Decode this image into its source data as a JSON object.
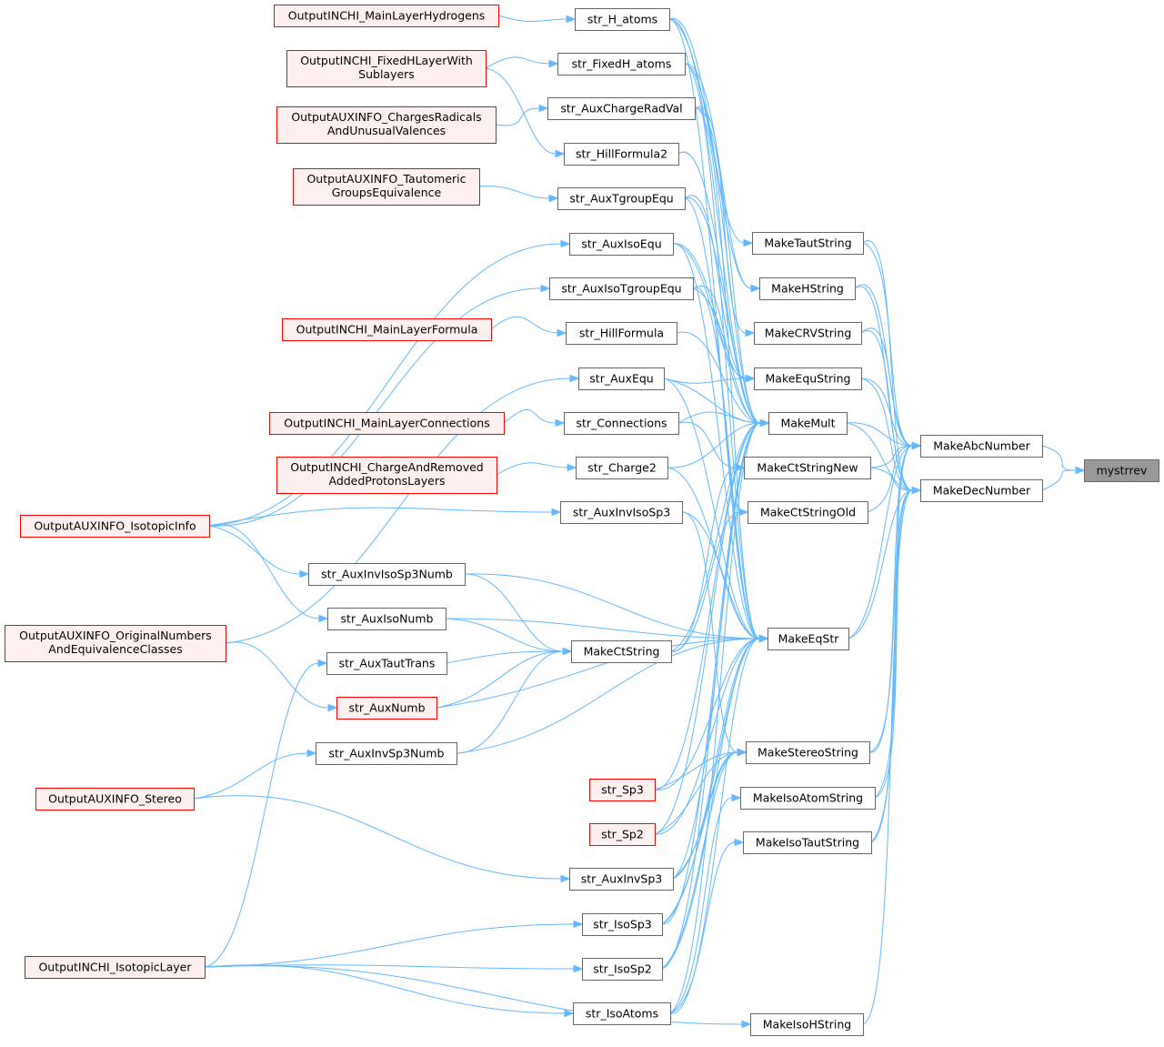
{
  "colors": {
    "edge": "#63b8ff",
    "node_fill": "#ffffff",
    "node_border": "#666666",
    "root_fill": "#999999",
    "root_border": "#666666",
    "missing_fill": "#fff0f0",
    "missing_border": "#ff0000"
  },
  "nodes": [
    {
      "id": "mystrrev",
      "label": "mystrrev",
      "style": "root"
    },
    {
      "id": "MakeAbcNumber",
      "label": "MakeAbcNumber",
      "style": "normal"
    },
    {
      "id": "MakeDecNumber",
      "label": "MakeDecNumber",
      "style": "normal"
    },
    {
      "id": "MakeTautString",
      "label": "MakeTautString",
      "style": "normal"
    },
    {
      "id": "MakeHString",
      "label": "MakeHString",
      "style": "normal"
    },
    {
      "id": "MakeCRVString",
      "label": "MakeCRVString",
      "style": "normal"
    },
    {
      "id": "MakeEquString",
      "label": "MakeEquString",
      "style": "normal"
    },
    {
      "id": "MakeMult",
      "label": "MakeMult",
      "style": "normal"
    },
    {
      "id": "MakeCtStringNew",
      "label": "MakeCtStringNew",
      "style": "normal"
    },
    {
      "id": "MakeCtStringOld",
      "label": "MakeCtStringOld",
      "style": "normal"
    },
    {
      "id": "MakeEqStr",
      "label": "MakeEqStr",
      "style": "normal"
    },
    {
      "id": "MakeStereoString",
      "label": "MakeStereoString",
      "style": "normal"
    },
    {
      "id": "MakeIsoAtomString",
      "label": "MakeIsoAtomString",
      "style": "normal"
    },
    {
      "id": "MakeIsoTautString",
      "label": "MakeIsoTautString",
      "style": "normal"
    },
    {
      "id": "MakeIsoHString",
      "label": "MakeIsoHString",
      "style": "normal"
    },
    {
      "id": "str_H_atoms",
      "label": "str_H_atoms",
      "style": "normal"
    },
    {
      "id": "str_FixedH_atoms",
      "label": "str_FixedH_atoms",
      "style": "normal"
    },
    {
      "id": "str_AuxChargeRadVal",
      "label": "str_AuxChargeRadVal",
      "style": "normal"
    },
    {
      "id": "str_HillFormula2",
      "label": "str_HillFormula2",
      "style": "normal"
    },
    {
      "id": "str_AuxTgroupEqu",
      "label": "str_AuxTgroupEqu",
      "style": "normal"
    },
    {
      "id": "str_AuxIsoEqu",
      "label": "str_AuxIsoEqu",
      "style": "normal"
    },
    {
      "id": "str_AuxIsoTgroupEqu",
      "label": "str_AuxIsoTgroupEqu",
      "style": "normal"
    },
    {
      "id": "str_HillFormula",
      "label": "str_HillFormula",
      "style": "normal"
    },
    {
      "id": "str_AuxEqu",
      "label": "str_AuxEqu",
      "style": "normal"
    },
    {
      "id": "str_Connections",
      "label": "str_Connections",
      "style": "normal"
    },
    {
      "id": "str_Charge2",
      "label": "str_Charge2",
      "style": "normal"
    },
    {
      "id": "str_AuxInvIsoSp3",
      "label": "str_AuxInvIsoSp3",
      "style": "normal"
    },
    {
      "id": "str_AuxInvIsoSp3Numb",
      "label": "str_AuxInvIsoSp3Numb",
      "style": "normal"
    },
    {
      "id": "str_AuxIsoNumb",
      "label": "str_AuxIsoNumb",
      "style": "normal"
    },
    {
      "id": "MakeCtString",
      "label": "MakeCtString",
      "style": "normal"
    },
    {
      "id": "str_AuxTautTrans",
      "label": "str_AuxTautTrans",
      "style": "normal"
    },
    {
      "id": "str_AuxNumb",
      "label": "str_AuxNumb",
      "style": "missing"
    },
    {
      "id": "str_AuxInvSp3Numb",
      "label": "str_AuxInvSp3Numb",
      "style": "normal"
    },
    {
      "id": "str_Sp3",
      "label": "str_Sp3",
      "style": "missing"
    },
    {
      "id": "str_Sp2",
      "label": "str_Sp2",
      "style": "missing"
    },
    {
      "id": "str_AuxInvSp3",
      "label": "str_AuxInvSp3",
      "style": "normal"
    },
    {
      "id": "str_IsoSp3",
      "label": "str_IsoSp3",
      "style": "normal"
    },
    {
      "id": "str_IsoSp2",
      "label": "str_IsoSp2",
      "style": "normal"
    },
    {
      "id": "str_IsoAtoms",
      "label": "str_IsoAtoms",
      "style": "normal"
    },
    {
      "id": "OutputINCHI_MainLayerHydrogens",
      "label": "OutputINCHI_MainLayerHydrogens",
      "style": "missing"
    },
    {
      "id": "OutputINCHI_FixedHLayerWithSublayers",
      "label": [
        "OutputINCHI_FixedHLayerWith",
        "Sublayers"
      ],
      "style": "missing"
    },
    {
      "id": "OutputAUXINFO_ChargesRadicalsAndUnusualValences",
      "label": [
        "OutputAUXINFO_ChargesRadicals",
        "AndUnusualValences"
      ],
      "style": "missing"
    },
    {
      "id": "OutputAUXINFO_TautomericGroupsEquivalence",
      "label": [
        "OutputAUXINFO_Tautomeric",
        "GroupsEquivalence"
      ],
      "style": "missing"
    },
    {
      "id": "OutputINCHI_MainLayerFormula",
      "label": "OutputINCHI_MainLayerFormula",
      "style": "missing"
    },
    {
      "id": "OutputINCHI_MainLayerConnections",
      "label": "OutputINCHI_MainLayerConnections",
      "style": "missing"
    },
    {
      "id": "OutputINCHI_ChargeAndRemovedAddedProtonsLayers",
      "label": [
        "OutputINCHI_ChargeAndRemoved",
        "AddedProtonsLayers"
      ],
      "style": "missing"
    },
    {
      "id": "OutputAUXINFO_IsotopicInfo",
      "label": "OutputAUXINFO_IsotopicInfo",
      "style": "missing"
    },
    {
      "id": "OutputAUXINFO_OriginalNumbersAndEquivalenceClasses",
      "label": [
        "OutputAUXINFO_OriginalNumbers",
        "AndEquivalenceClasses"
      ],
      "style": "missing"
    },
    {
      "id": "OutputAUXINFO_Stereo",
      "label": "OutputAUXINFO_Stereo",
      "style": "missing"
    },
    {
      "id": "OutputINCHI_IsotopicLayer",
      "label": "OutputINCHI_IsotopicLayer",
      "style": "missing"
    }
  ],
  "edges": [
    [
      "MakeAbcNumber",
      "mystrrev"
    ],
    [
      "MakeDecNumber",
      "mystrrev"
    ],
    [
      "MakeTautString",
      "MakeAbcNumber"
    ],
    [
      "MakeHString",
      "MakeAbcNumber"
    ],
    [
      "MakeCRVString",
      "MakeAbcNumber"
    ],
    [
      "MakeEquString",
      "MakeAbcNumber"
    ],
    [
      "MakeMult",
      "MakeAbcNumber"
    ],
    [
      "MakeCtStringNew",
      "MakeAbcNumber"
    ],
    [
      "MakeCtStringOld",
      "MakeAbcNumber"
    ],
    [
      "MakeEqStr",
      "MakeAbcNumber"
    ],
    [
      "MakeStereoString",
      "MakeAbcNumber"
    ],
    [
      "MakeIsoAtomString",
      "MakeAbcNumber"
    ],
    [
      "MakeIsoTautString",
      "MakeAbcNumber"
    ],
    [
      "MakeTautString",
      "MakeDecNumber"
    ],
    [
      "MakeHString",
      "MakeDecNumber"
    ],
    [
      "MakeCRVString",
      "MakeDecNumber"
    ],
    [
      "MakeEquString",
      "MakeDecNumber"
    ],
    [
      "MakeMult",
      "MakeDecNumber"
    ],
    [
      "MakeCtStringNew",
      "MakeDecNumber"
    ],
    [
      "MakeEqStr",
      "MakeDecNumber"
    ],
    [
      "MakeStereoString",
      "MakeDecNumber"
    ],
    [
      "MakeIsoAtomString",
      "MakeDecNumber"
    ],
    [
      "MakeIsoTautString",
      "MakeDecNumber"
    ],
    [
      "MakeIsoHString",
      "MakeDecNumber"
    ],
    [
      "str_H_atoms",
      "MakeTautString"
    ],
    [
      "str_H_atoms",
      "MakeHString"
    ],
    [
      "str_H_atoms",
      "MakeMult"
    ],
    [
      "str_H_atoms",
      "MakeEqStr"
    ],
    [
      "str_FixedH_atoms",
      "MakeHString"
    ],
    [
      "str_FixedH_atoms",
      "MakeMult"
    ],
    [
      "str_FixedH_atoms",
      "MakeEqStr"
    ],
    [
      "str_AuxChargeRadVal",
      "MakeCRVString"
    ],
    [
      "str_AuxChargeRadVal",
      "MakeMult"
    ],
    [
      "str_AuxChargeRadVal",
      "MakeEqStr"
    ],
    [
      "str_HillFormula2",
      "MakeMult"
    ],
    [
      "str_AuxTgroupEqu",
      "MakeEquString"
    ],
    [
      "str_AuxTgroupEqu",
      "MakeMult"
    ],
    [
      "str_AuxTgroupEqu",
      "MakeEqStr"
    ],
    [
      "str_AuxIsoEqu",
      "MakeEquString"
    ],
    [
      "str_AuxIsoEqu",
      "MakeMult"
    ],
    [
      "str_AuxIsoEqu",
      "MakeEqStr"
    ],
    [
      "str_AuxIsoTgroupEqu",
      "MakeEquString"
    ],
    [
      "str_AuxIsoTgroupEqu",
      "MakeMult"
    ],
    [
      "str_AuxIsoTgroupEqu",
      "MakeEqStr"
    ],
    [
      "str_HillFormula",
      "MakeMult"
    ],
    [
      "str_AuxEqu",
      "MakeEquString"
    ],
    [
      "str_AuxEqu",
      "MakeMult"
    ],
    [
      "str_AuxEqu",
      "MakeEqStr"
    ],
    [
      "str_Connections",
      "MakeMult"
    ],
    [
      "str_Connections",
      "MakeCtStringNew"
    ],
    [
      "str_Charge2",
      "MakeMult"
    ],
    [
      "str_Charge2",
      "MakeEqStr"
    ],
    [
      "str_AuxInvIsoSp3",
      "MakeEqStr"
    ],
    [
      "str_AuxInvIsoSp3",
      "MakeStereoString"
    ],
    [
      "str_AuxInvIsoSp3Numb",
      "MakeCtString"
    ],
    [
      "str_AuxInvIsoSp3Numb",
      "MakeEqStr"
    ],
    [
      "str_AuxIsoNumb",
      "MakeCtString"
    ],
    [
      "str_AuxIsoNumb",
      "MakeEqStr"
    ],
    [
      "str_AuxTautTrans",
      "MakeCtString"
    ],
    [
      "str_AuxNumb",
      "MakeCtString"
    ],
    [
      "str_AuxNumb",
      "MakeEqStr"
    ],
    [
      "str_AuxInvSp3Numb",
      "MakeCtString"
    ],
    [
      "str_AuxInvSp3Numb",
      "MakeEqStr"
    ],
    [
      "MakeCtString",
      "MakeCtStringNew"
    ],
    [
      "MakeCtString",
      "MakeCtStringOld"
    ],
    [
      "MakeCtString",
      "MakeMult"
    ],
    [
      "str_Sp3",
      "MakeMult"
    ],
    [
      "str_Sp3",
      "MakeEqStr"
    ],
    [
      "str_Sp3",
      "MakeStereoString"
    ],
    [
      "str_Sp2",
      "MakeMult"
    ],
    [
      "str_Sp2",
      "MakeEqStr"
    ],
    [
      "str_Sp2",
      "MakeStereoString"
    ],
    [
      "str_AuxInvSp3",
      "MakeMult"
    ],
    [
      "str_AuxInvSp3",
      "MakeEqStr"
    ],
    [
      "str_AuxInvSp3",
      "MakeStereoString"
    ],
    [
      "str_IsoSp3",
      "MakeMult"
    ],
    [
      "str_IsoSp3",
      "MakeEqStr"
    ],
    [
      "str_IsoSp3",
      "MakeStereoString"
    ],
    [
      "str_IsoSp2",
      "MakeMult"
    ],
    [
      "str_IsoSp2",
      "MakeEqStr"
    ],
    [
      "str_IsoSp2",
      "MakeStereoString"
    ],
    [
      "str_IsoAtoms",
      "MakeMult"
    ],
    [
      "str_IsoAtoms",
      "MakeEqStr"
    ],
    [
      "str_IsoAtoms",
      "MakeIsoAtomString"
    ],
    [
      "str_IsoAtoms",
      "MakeIsoTautString"
    ],
    [
      "OutputINCHI_MainLayerHydrogens",
      "str_H_atoms"
    ],
    [
      "OutputINCHI_FixedHLayerWithSublayers",
      "str_FixedH_atoms"
    ],
    [
      "OutputINCHI_FixedHLayerWithSublayers",
      "str_HillFormula2"
    ],
    [
      "OutputAUXINFO_ChargesRadicalsAndUnusualValences",
      "str_AuxChargeRadVal"
    ],
    [
      "OutputAUXINFO_TautomericGroupsEquivalence",
      "str_AuxTgroupEqu"
    ],
    [
      "OutputINCHI_MainLayerFormula",
      "str_HillFormula"
    ],
    [
      "OutputINCHI_MainLayerConnections",
      "str_Connections"
    ],
    [
      "OutputINCHI_ChargeAndRemovedAddedProtonsLayers",
      "str_Charge2"
    ],
    [
      "OutputAUXINFO_IsotopicInfo",
      "str_AuxIsoEqu"
    ],
    [
      "OutputAUXINFO_IsotopicInfo",
      "str_AuxIsoTgroupEqu"
    ],
    [
      "OutputAUXINFO_IsotopicInfo",
      "str_AuxInvIsoSp3"
    ],
    [
      "OutputAUXINFO_IsotopicInfo",
      "str_AuxInvIsoSp3Numb"
    ],
    [
      "OutputAUXINFO_IsotopicInfo",
      "str_AuxIsoNumb"
    ],
    [
      "OutputAUXINFO_OriginalNumbersAndEquivalenceClasses",
      "str_AuxEqu"
    ],
    [
      "OutputAUXINFO_OriginalNumbersAndEquivalenceClasses",
      "str_AuxNumb"
    ],
    [
      "OutputAUXINFO_Stereo",
      "str_AuxInvSp3Numb"
    ],
    [
      "OutputAUXINFO_Stereo",
      "str_AuxInvSp3"
    ],
    [
      "OutputINCHI_IsotopicLayer",
      "str_AuxTautTrans"
    ],
    [
      "OutputINCHI_IsotopicLayer",
      "str_IsoSp3"
    ],
    [
      "OutputINCHI_IsotopicLayer",
      "str_IsoSp2"
    ],
    [
      "OutputINCHI_IsotopicLayer",
      "str_IsoAtoms"
    ],
    [
      "OutputINCHI_IsotopicLayer",
      "MakeIsoHString"
    ]
  ]
}
